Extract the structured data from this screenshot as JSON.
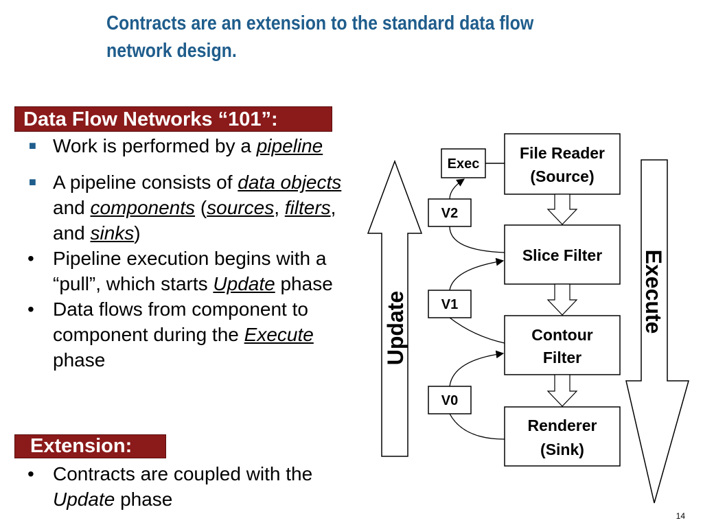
{
  "title": "Contracts are an extension to the standard data flow network design.",
  "banner_dfn": "Data Flow Networks “101”:",
  "banner_ext": "Extension:",
  "bullets": {
    "b1": {
      "pre": "Work is performed by a ",
      "em": "pipeline"
    },
    "b2": {
      "pre": "A pipeline consists of ",
      "em1": "data objects",
      "mid": " and ",
      "em2": "components",
      "open": " (",
      "em3": "sources",
      "c1": ", ",
      "em4": "filters",
      "c2": ", and ",
      "em5": "sinks",
      "close": ")"
    },
    "b3": {
      "pre": "Pipeline execution begins with a “pull”, which starts ",
      "em": "Update",
      "post": " phase"
    },
    "b4": {
      "pre": "Data flows from component to component during the ",
      "em": "Execute",
      "post": " phase"
    },
    "b5": {
      "pre": "Contracts are coupled with the ",
      "em": "Update",
      "post": " phase"
    }
  },
  "diagram": {
    "boxes": {
      "file_reader_l1": "File Reader",
      "file_reader_l2": "(Source)",
      "slice_filter": "Slice Filter",
      "contour_l1": "Contour",
      "contour_l2": "Filter",
      "renderer_l1": "Renderer",
      "renderer_l2": "(Sink)"
    },
    "exec": "Exec",
    "versions": {
      "v2": "V2",
      "v1": "V1",
      "v0": "V0"
    },
    "update_arrow": "Update",
    "execute_arrow": "Execute"
  },
  "slide_number": "14"
}
